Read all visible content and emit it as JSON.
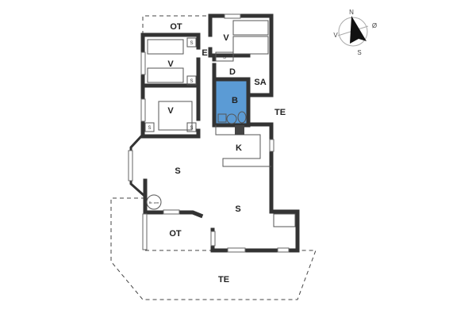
{
  "rooms": [
    {
      "id": "ot-top",
      "label": "OT"
    },
    {
      "id": "v-top-right",
      "label": "V"
    },
    {
      "id": "e",
      "label": "E"
    },
    {
      "id": "v-left-1",
      "label": "V"
    },
    {
      "id": "d",
      "label": "D"
    },
    {
      "id": "sa",
      "label": "SA"
    },
    {
      "id": "b",
      "label": "B"
    },
    {
      "id": "te-right",
      "label": "TE"
    },
    {
      "id": "v-left-2",
      "label": "V"
    },
    {
      "id": "k",
      "label": "K"
    },
    {
      "id": "s-left",
      "label": "S"
    },
    {
      "id": "s-center",
      "label": "S"
    },
    {
      "id": "ot-bottom",
      "label": "OT"
    },
    {
      "id": "te-bottom",
      "label": "TE"
    }
  ],
  "storage_label": "S",
  "stove_label": "Br. ovn",
  "compass": {
    "n": "N",
    "e": "Ø",
    "s": "S",
    "w": "V"
  },
  "colors": {
    "bathroom": "#5b9bd5",
    "wall": "#333333"
  }
}
